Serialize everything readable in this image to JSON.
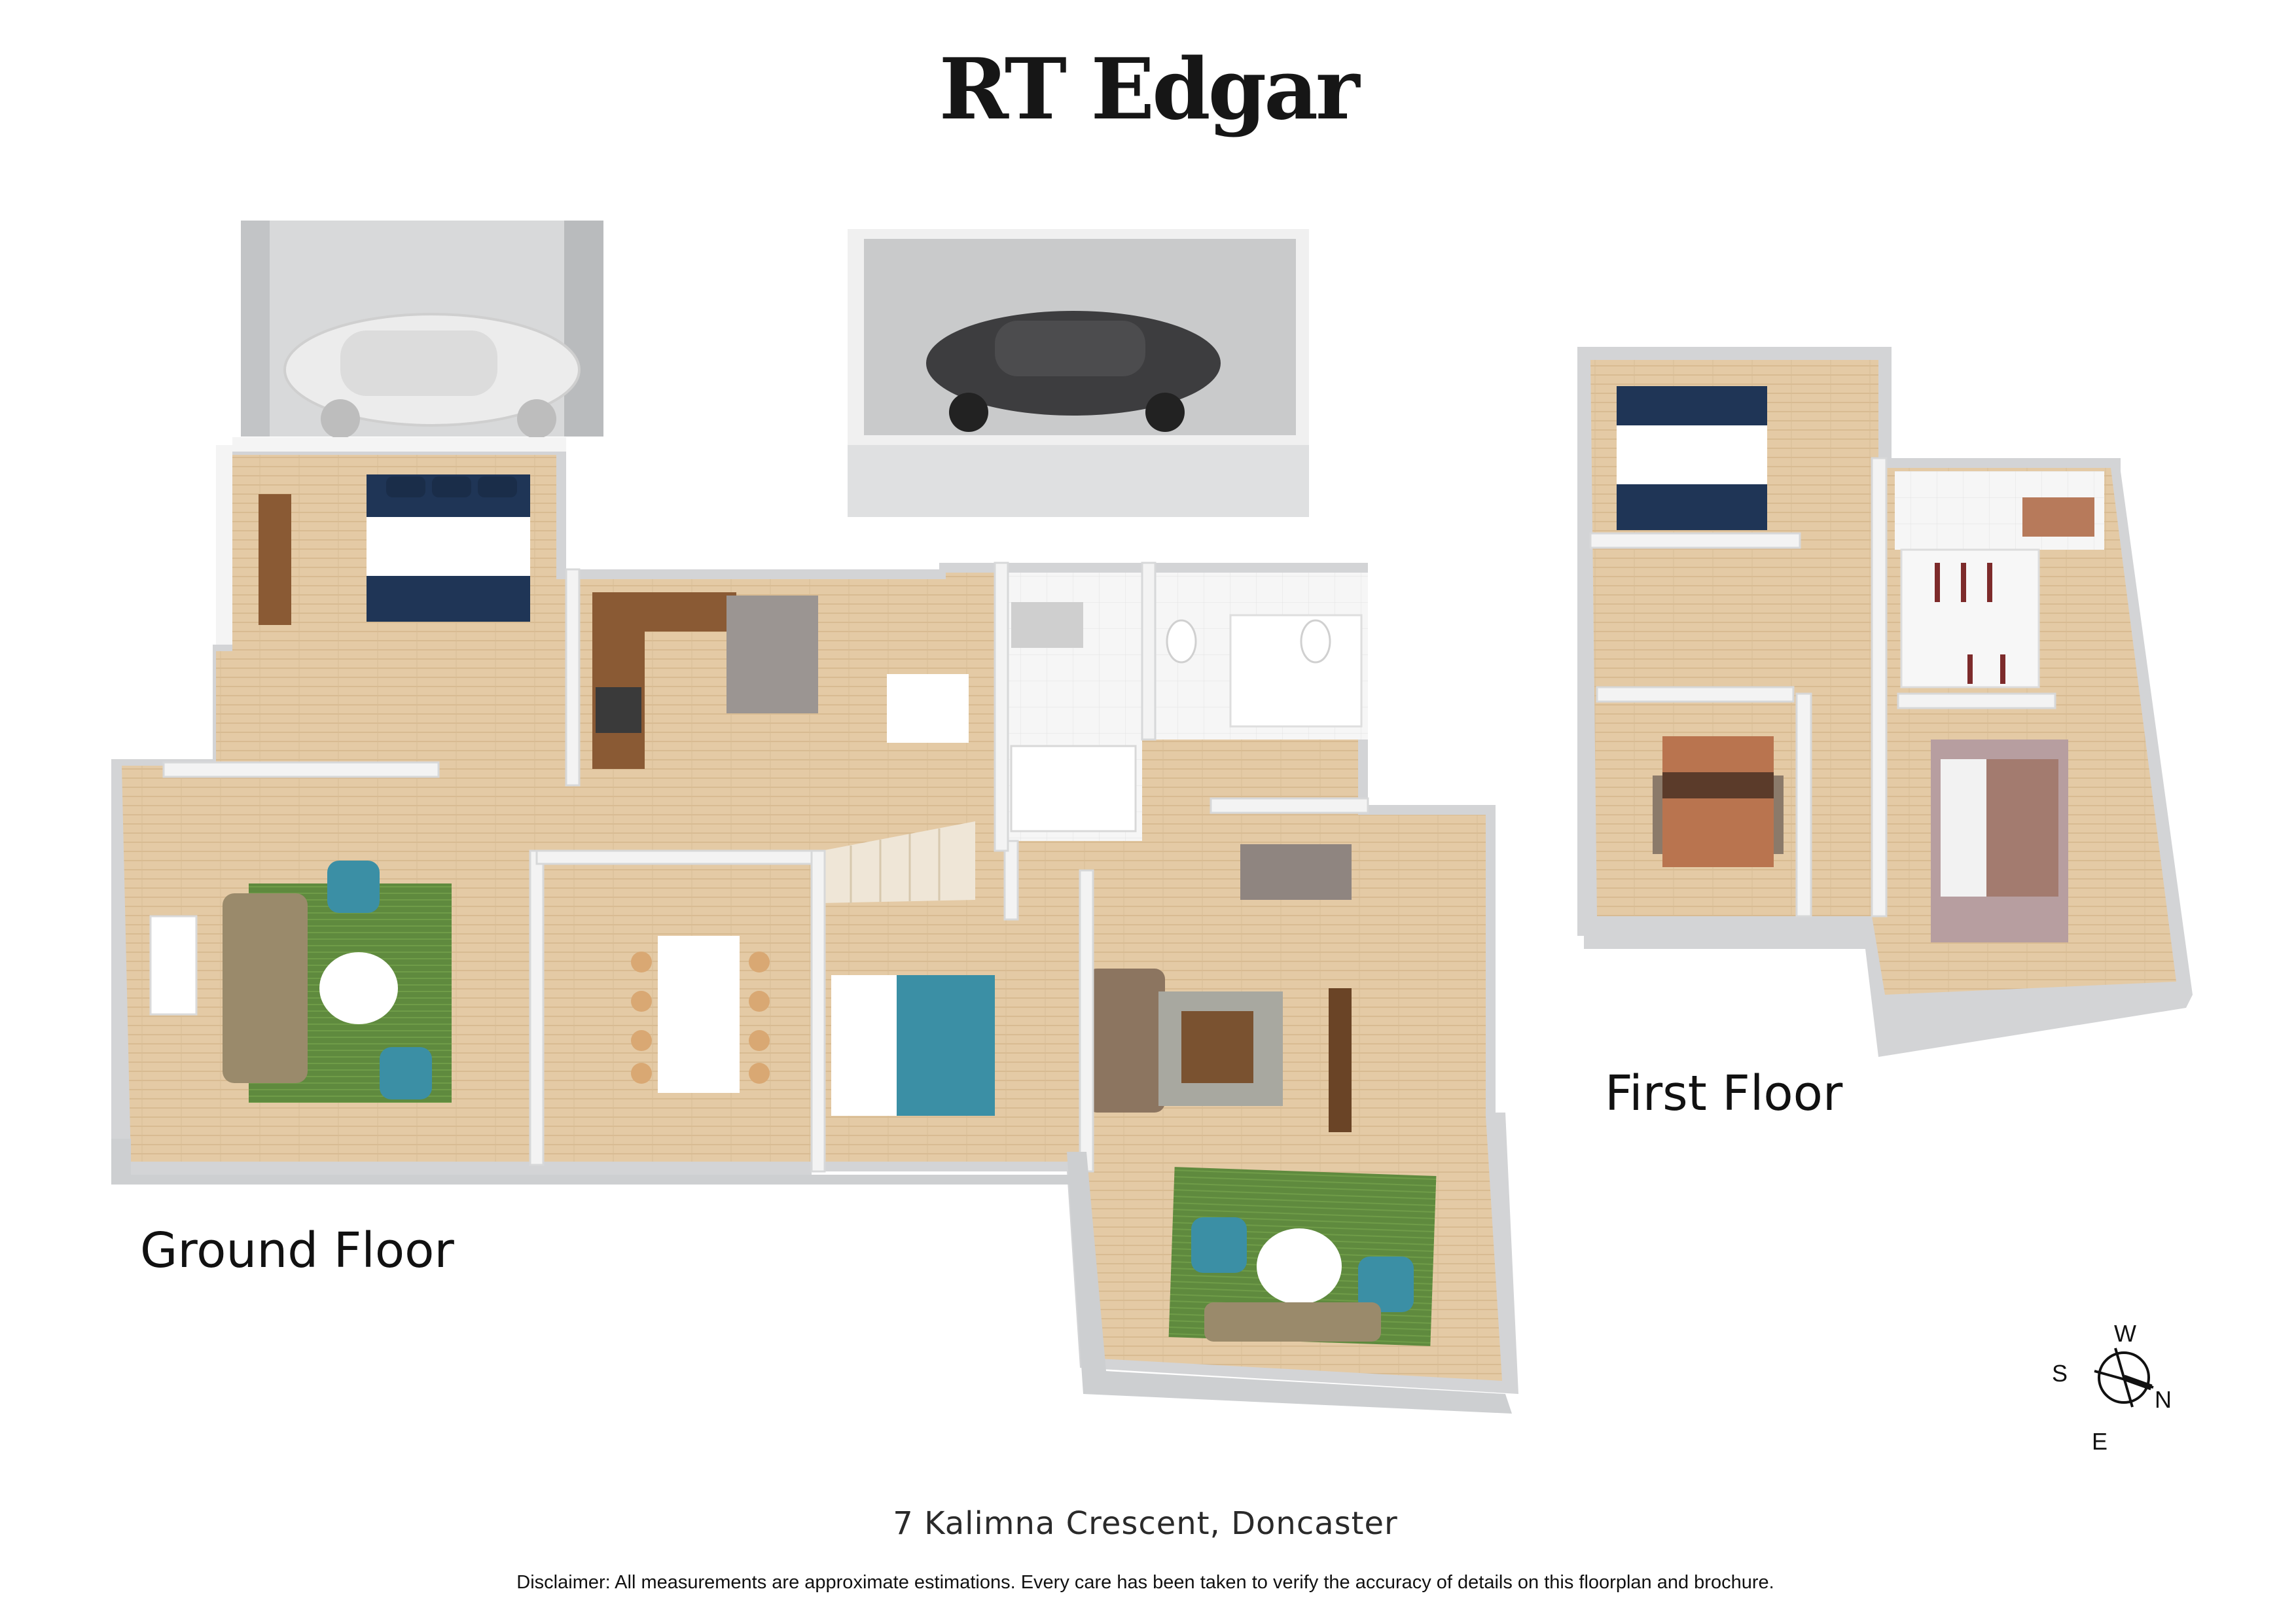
{
  "brand": {
    "name": "RT Edgar"
  },
  "floors": {
    "ground_label": "Ground Floor",
    "first_label": "First Floor"
  },
  "property": {
    "address": "7 Kalimna Crescent, Doncaster"
  },
  "footer": {
    "disclaimer": "Disclaimer: All measurements are approximate estimations. Every care has been taken to verify the accuracy of details on this floorplan and brochure."
  },
  "compass": {
    "west": "W",
    "south": "S",
    "north": "N",
    "east": "E"
  },
  "colors": {
    "floor_wood": "#e3c9a4",
    "wall": "#f1f1f1",
    "wall_shadow": "#c7c9cb",
    "garage_floor": "#cfd0d2",
    "navy_bedding": "#1f3556",
    "teal_chair": "#3b8fa5",
    "green_rug": "#5f8a3e",
    "copper_bedding": "#b9744f"
  },
  "icons": [
    "car-icon",
    "bed-icon",
    "sofa-icon",
    "dining-table-icon",
    "kitchen-icon",
    "bath-icon",
    "toilet-icon",
    "stairs-icon",
    "wardrobe-icon",
    "compass-icon"
  ]
}
